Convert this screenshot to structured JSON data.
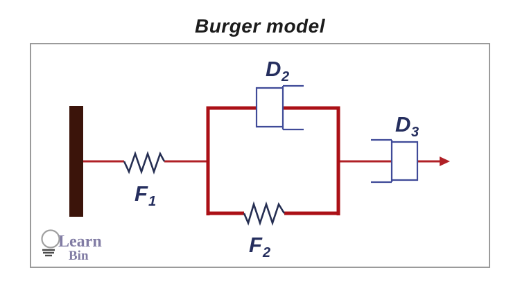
{
  "title": "Burger model",
  "diagram": {
    "name": "Burger viscoelastic model schematic",
    "components": [
      {
        "id": "spring1",
        "type": "spring",
        "label_main": "F",
        "label_sub": "1"
      },
      {
        "id": "dashpot2",
        "type": "dashpot",
        "label_main": "D",
        "label_sub": "2"
      },
      {
        "id": "spring2",
        "type": "spring",
        "label_main": "F",
        "label_sub": "2"
      },
      {
        "id": "dashpot3",
        "type": "dashpot",
        "label_main": "D",
        "label_sub": "3"
      }
    ]
  },
  "logo": {
    "line1": "Learn",
    "line2": "Bin"
  },
  "colors": {
    "line_red": "#b02026",
    "branch_red": "#ab1016",
    "spring_navy": "#252e52",
    "dashpot_blue": "#3f4a98",
    "label_navy": "#252e5e",
    "wall_brown": "#3b140a",
    "border_gray": "#9b9b9b",
    "title_black": "#1c1c1c",
    "logo_purple": "#817ca4",
    "logo_gray": "#a0a0a0"
  }
}
